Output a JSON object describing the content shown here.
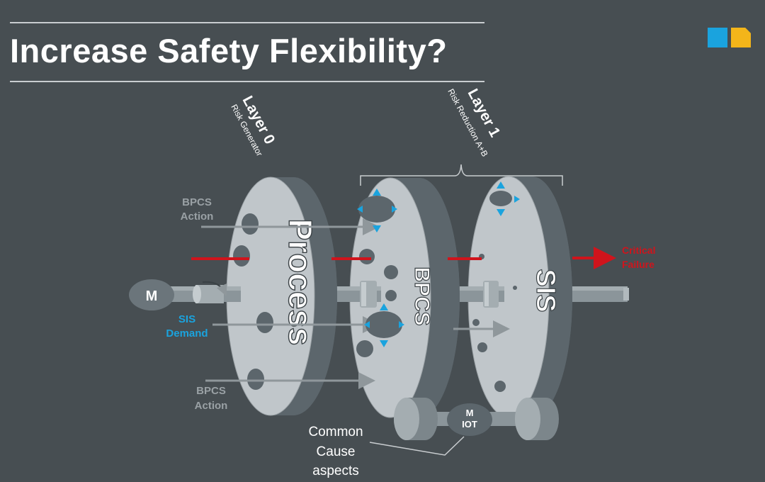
{
  "title": "Increase Safety Flexibility?",
  "layer0": {
    "name": "Layer 0",
    "sub": "Risk Generator"
  },
  "layer1": {
    "name": "Layer 1",
    "sub": "Risk Reduction A+B"
  },
  "disks": {
    "process": "Process",
    "bpcs": "BPCS",
    "sis": "SIS"
  },
  "labels": {
    "bpcs_action_top_1": "BPCS",
    "bpcs_action_top_2": "Action",
    "sis_demand_1": "SIS",
    "sis_demand_2": "Demand",
    "bpcs_action_bottom_1": "BPCS",
    "bpcs_action_bottom_2": "Action",
    "critical_failure_1": "Critical",
    "critical_failure_2": "Failure",
    "motor": "M",
    "motor_iot_1": "M",
    "motor_iot_2": "IOT",
    "common_cause_1": "Common",
    "common_cause_2": "Cause",
    "common_cause_3": "aspects"
  },
  "colors": {
    "background": "#474e52",
    "disk_face": "#c0c6ca",
    "disk_side": "#5c666c",
    "accent_blue": "#1aa3de",
    "accent_red": "#d0141c",
    "text_grey": "#9aa1a5"
  },
  "logo_icons": [
    "blue-square-icon",
    "yellow-folded-square-icon"
  ]
}
